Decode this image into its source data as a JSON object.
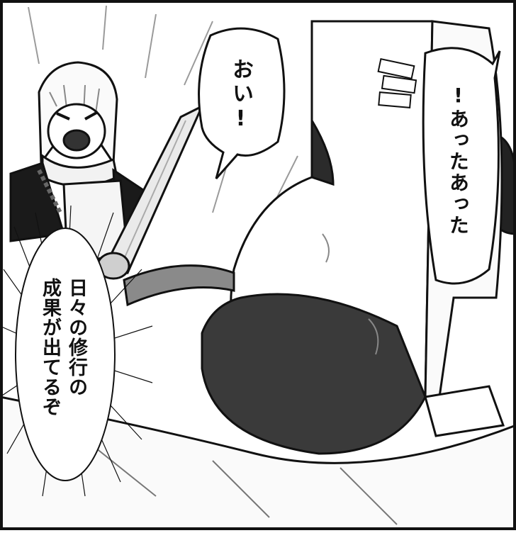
{
  "panel": {
    "bubble_oi": "おい!",
    "bubble_atta": "!あったあった",
    "bubble_shout": "日々の修行の\n成果が出てるぞ"
  }
}
